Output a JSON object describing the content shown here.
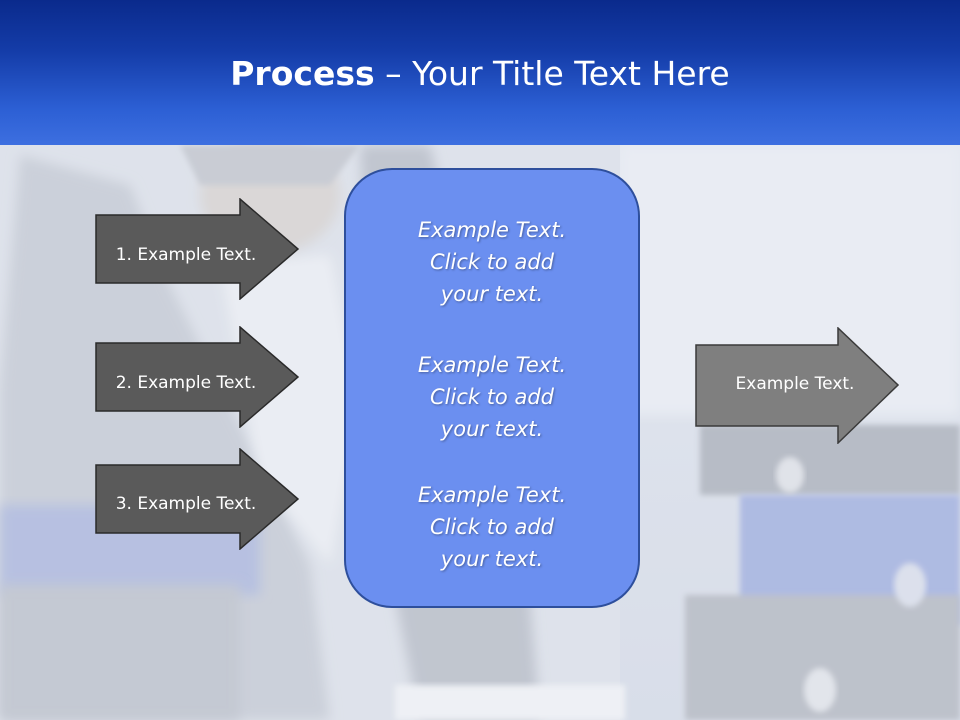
{
  "title": {
    "bold": "Process",
    "rest": " – Your Title Text Here"
  },
  "left_steps": [
    {
      "label": "1. Example Text."
    },
    {
      "label": "2. Example Text."
    },
    {
      "label": "3. Example Text."
    }
  ],
  "center_blocks": [
    {
      "line1": "Example Text.",
      "line2": "Click  to add",
      "line3": "your text."
    },
    {
      "line1": "Example Text.",
      "line2": "Click  to add",
      "line3": "your text."
    },
    {
      "line1": "Example Text.",
      "line2": "Click  to add",
      "line3": "your text."
    }
  ],
  "right_step": {
    "label": "Example Text."
  },
  "colors": {
    "title_band": "#143ca8",
    "left_arrow_fill": "#5a5a5a",
    "right_arrow_fill": "#7f7f7f",
    "center_box_fill": "#6b8ff0",
    "center_box_border": "#2e4f9c"
  }
}
